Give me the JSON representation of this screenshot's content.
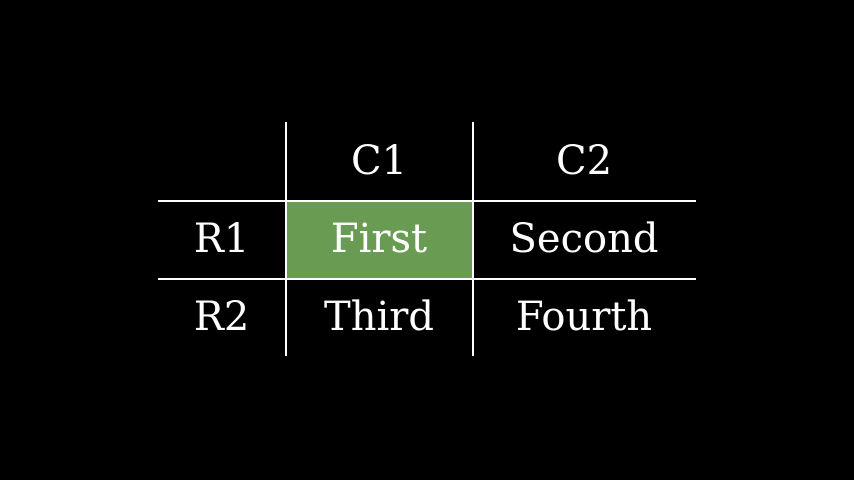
{
  "figure": {
    "description": "table figure on black background with one highlighted cell",
    "background_color": "#000000",
    "text_color": "#ffffff",
    "grid_line_color": "#ffffff",
    "highlight_color": "#699c52"
  },
  "chart_data": {
    "type": "table",
    "title": "",
    "corner_label": "",
    "column_headers": [
      "C1",
      "C2"
    ],
    "row_labels": [
      "R1",
      "R2"
    ],
    "rows": [
      [
        "First",
        "Second"
      ],
      [
        "Third",
        "Fourth"
      ]
    ],
    "highlight": {
      "row": "R1",
      "column": "C1",
      "cell": "First",
      "color": "#699c52"
    },
    "layout_hints": {
      "grid": "inner lines only, no outer border",
      "legend": "none",
      "background": "#000000"
    }
  }
}
